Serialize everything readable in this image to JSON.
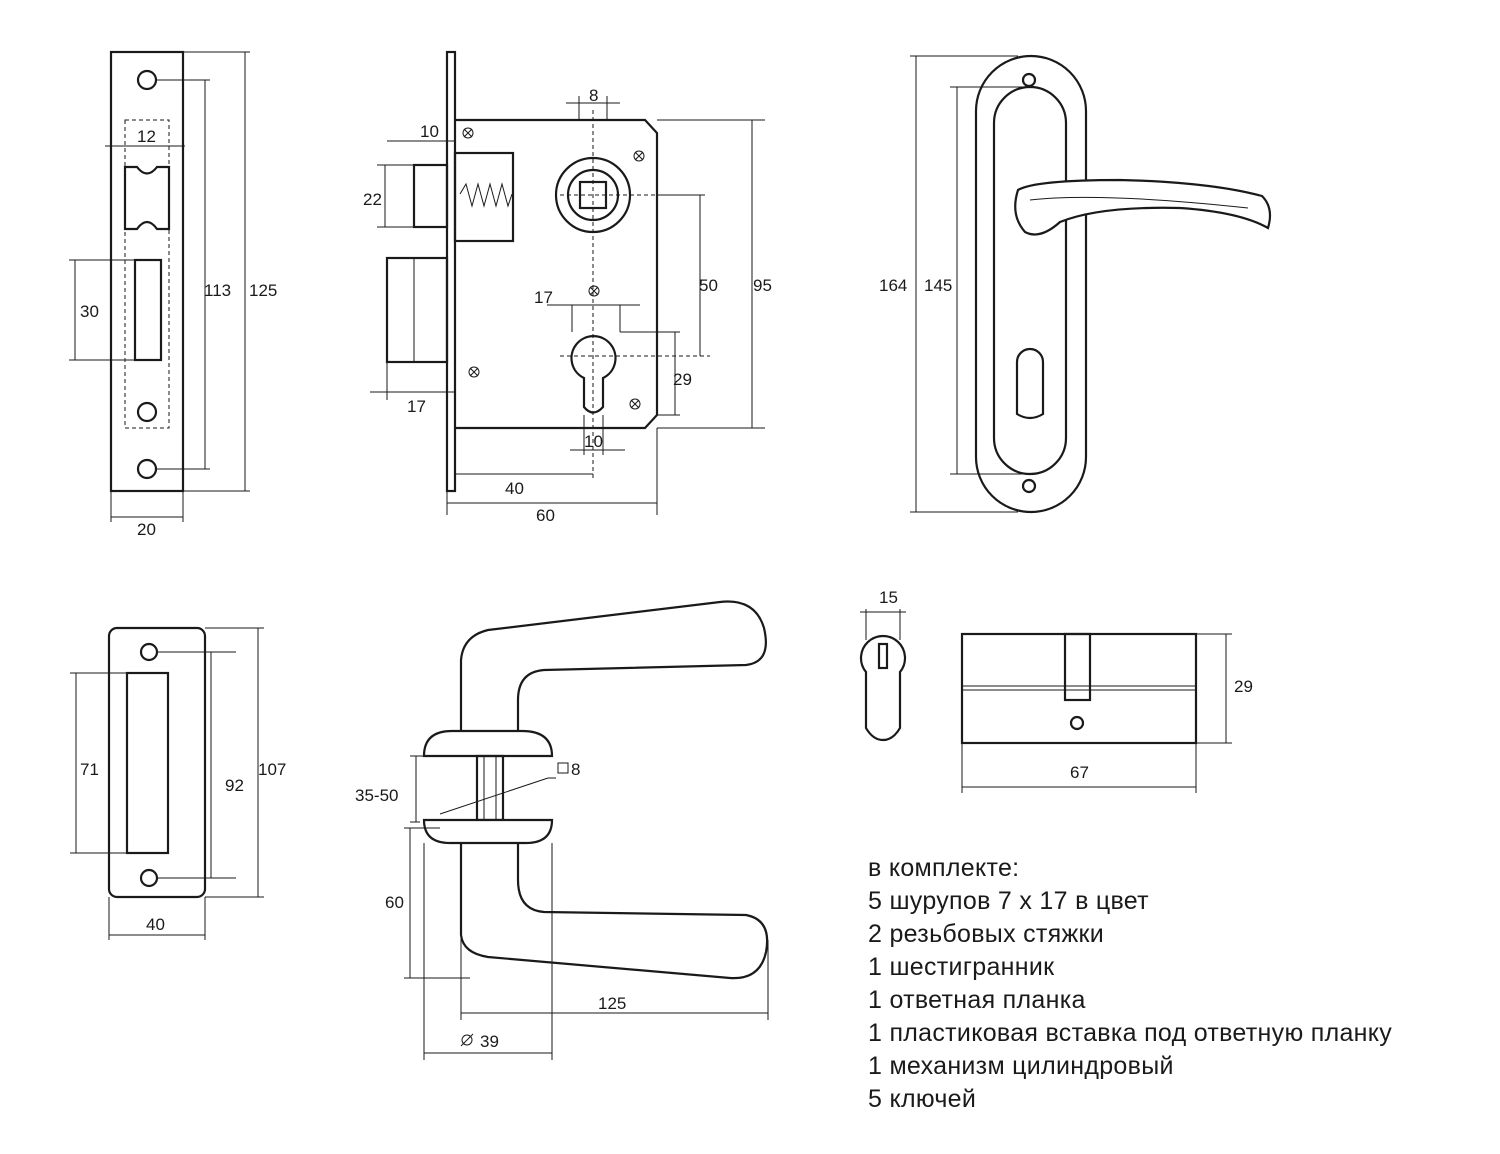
{
  "dimensions": {
    "faceplate": {
      "width": "20",
      "height_total": "125",
      "hole_pitch": "113",
      "latch_width": "12",
      "bolt_height": "30"
    },
    "lock_body": {
      "faceplate_offset": "10",
      "latch_height": "22",
      "spindle_square": "8",
      "backset_height": "95",
      "spindle_to_cyl": "50",
      "cyl_offset": "17",
      "bolt_offset": "17",
      "cyl_height": "29",
      "cyl_width": "10",
      "backset": "40",
      "depth": "60"
    },
    "escutcheon": {
      "outer": "164",
      "inner": "145"
    },
    "strike": {
      "width": "40",
      "slot": "71",
      "hole_pitch": "92",
      "height": "107"
    },
    "handle": {
      "door_thickness": "35-50",
      "spindle": "8",
      "rosette_height": "60",
      "length": "125",
      "rosette_diameter": "39"
    },
    "cylinder": {
      "width": "15",
      "height": "29",
      "length": "67"
    }
  },
  "kit": {
    "title": "в комплекте:",
    "items": [
      "5 шурупов 7 х 17 в цвет",
      "2 резьбовых стяжки",
      "1 шестигранник",
      "1 ответная планка",
      "1 пластиковая вставка под ответную планку",
      "1 механизм цилиндровый",
      "5 ключей"
    ]
  }
}
